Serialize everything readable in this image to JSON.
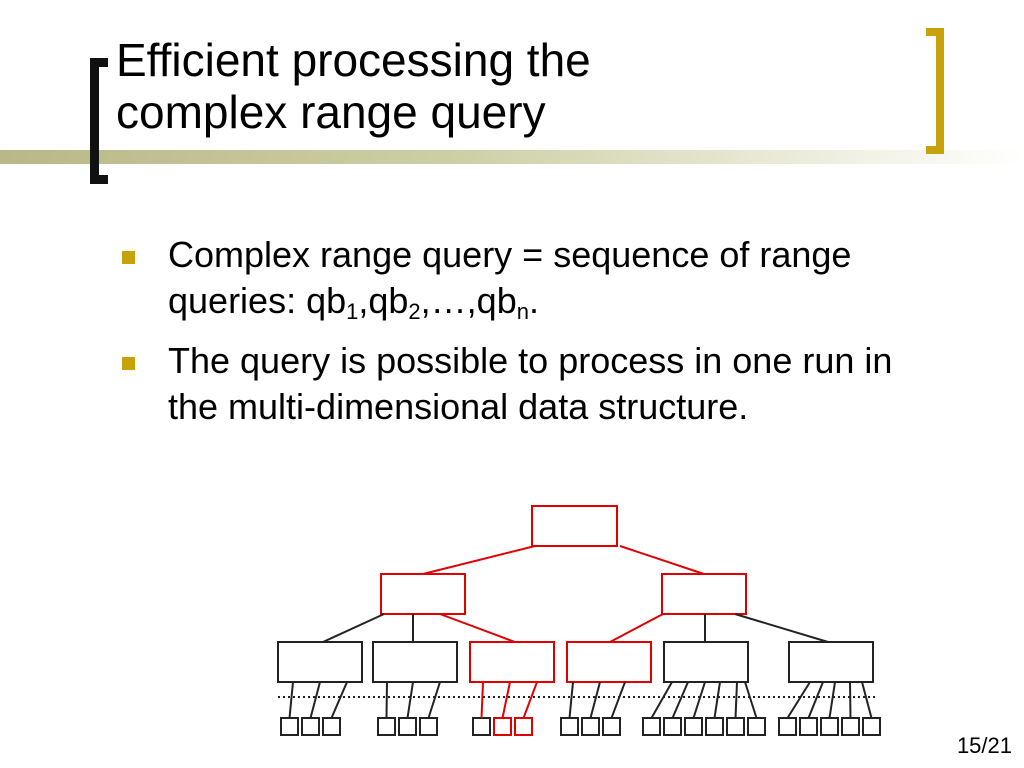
{
  "slide": {
    "title_line1": "Efficient processing the",
    "title_line2": "complex range query",
    "bullets": [
      {
        "text": "Complex range query = sequence of range queries: qb",
        "sub1": "1",
        "mid1": ",qb",
        "sub2": "2",
        "mid2": ",…,qb",
        "sub3": "n",
        "end": "."
      },
      {
        "text": "The query is possible to process in one run in the multi-dimensional data structure."
      }
    ],
    "page_number": "15/21"
  },
  "colors": {
    "accent": "#c8a20a",
    "highlight": "#e00000",
    "node": "#222222"
  }
}
